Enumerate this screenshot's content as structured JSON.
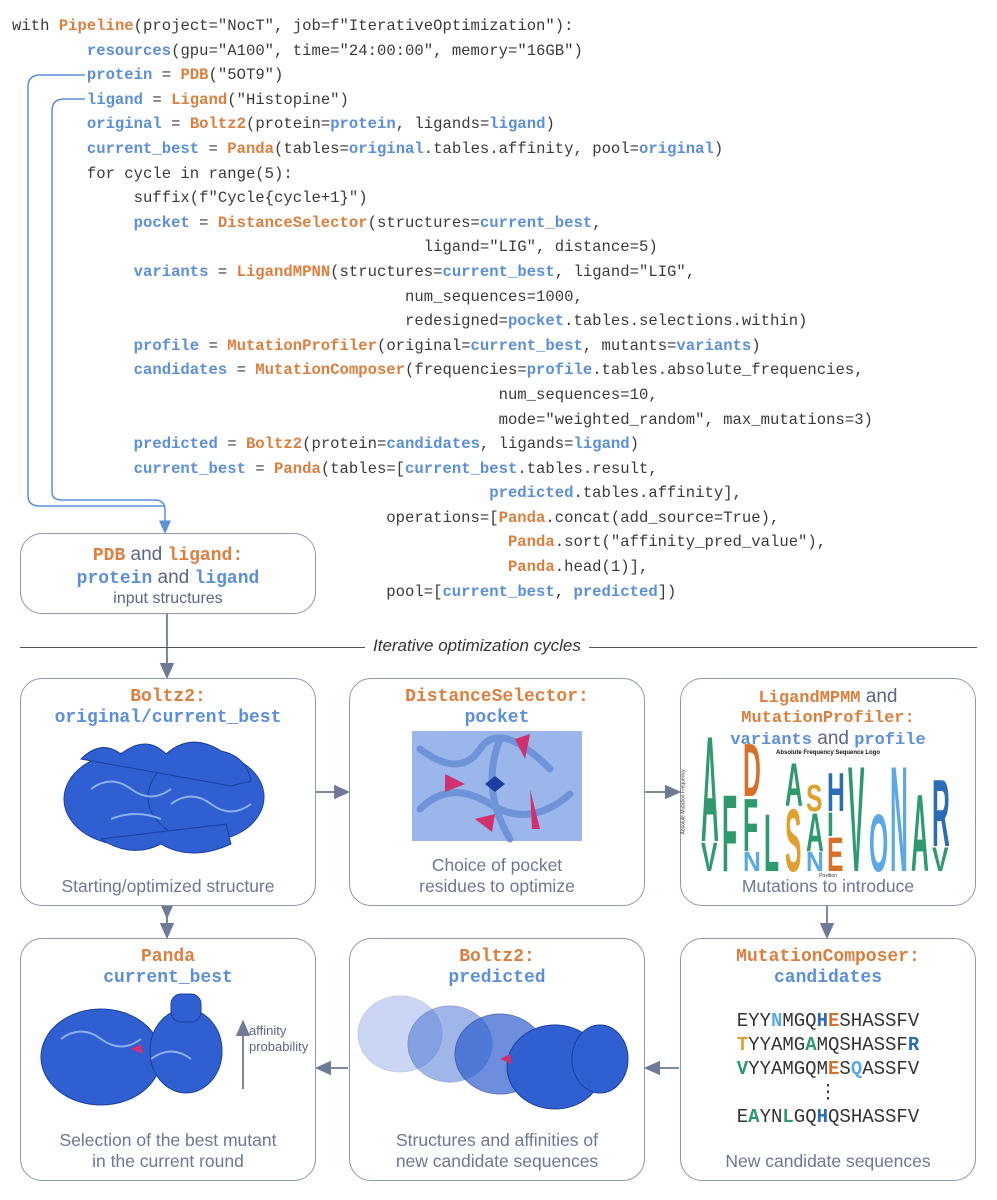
{
  "colors": {
    "orange": "#dc7f3e",
    "blue": "#5b8fdb",
    "text": "#3a3a3a",
    "box_border": "#8d97b0",
    "caption": "#6b7794",
    "protein": "#2f5fd0",
    "highlight": "#d0306e"
  },
  "code": [
    [
      [
        "with ",
        "t"
      ],
      [
        "Pipeline",
        "o"
      ],
      [
        "(project=\"NocT\", job=f\"IterativeOptimization\"):",
        "t"
      ]
    ],
    [
      [
        "        ",
        "t"
      ],
      [
        "resources",
        "b"
      ],
      [
        "(gpu=\"A100\", time=\"24:00:00\", memory=\"16GB\")",
        "t"
      ]
    ],
    [
      [
        "        ",
        "t"
      ],
      [
        "protein",
        "b"
      ],
      [
        " = ",
        "t"
      ],
      [
        "PDB",
        "o"
      ],
      [
        "(\"5OT9\")",
        "t"
      ]
    ],
    [
      [
        "        ",
        "t"
      ],
      [
        "ligand",
        "b"
      ],
      [
        " = ",
        "t"
      ],
      [
        "Ligand",
        "o"
      ],
      [
        "(\"Histopine\")",
        "t"
      ]
    ],
    [
      [
        "        ",
        "t"
      ],
      [
        "original",
        "b"
      ],
      [
        " = ",
        "t"
      ],
      [
        "Boltz2",
        "o"
      ],
      [
        "(protein=",
        "t"
      ],
      [
        "protein",
        "b"
      ],
      [
        ", ligands=",
        "t"
      ],
      [
        "ligand",
        "b"
      ],
      [
        ")",
        "t"
      ]
    ],
    [
      [
        "        ",
        "t"
      ],
      [
        "current_best",
        "b"
      ],
      [
        " = ",
        "t"
      ],
      [
        "Panda",
        "o"
      ],
      [
        "(tables=",
        "t"
      ],
      [
        "original",
        "b"
      ],
      [
        ".tables.affinity, pool=",
        "t"
      ],
      [
        "original",
        "b"
      ],
      [
        ")",
        "t"
      ]
    ],
    [
      [
        "        for cycle in range(5):",
        "t"
      ]
    ],
    [
      [
        "             suffix(f\"Cycle{cycle+1}\")",
        "t"
      ]
    ],
    [
      [
        "             ",
        "t"
      ],
      [
        "pocket",
        "b"
      ],
      [
        " = ",
        "t"
      ],
      [
        "DistanceSelector",
        "o"
      ],
      [
        "(structures=",
        "t"
      ],
      [
        "current_best",
        "b"
      ],
      [
        ",",
        "t"
      ]
    ],
    [
      [
        "                                            ligand=\"LIG\", distance=5)",
        "t"
      ]
    ],
    [
      [
        "             ",
        "t"
      ],
      [
        "variants",
        "b"
      ],
      [
        " = ",
        "t"
      ],
      [
        "LigandMPNN",
        "o"
      ],
      [
        "(structures=",
        "t"
      ],
      [
        "current_best",
        "b"
      ],
      [
        ", ligand=\"LIG\",",
        "t"
      ]
    ],
    [
      [
        "                                          num_sequences=1000,",
        "t"
      ]
    ],
    [
      [
        "                                          redesigned=",
        "t"
      ],
      [
        "pocket",
        "b"
      ],
      [
        ".tables.selections.within)",
        "t"
      ]
    ],
    [
      [
        "             ",
        "t"
      ],
      [
        "profile",
        "b"
      ],
      [
        " = ",
        "t"
      ],
      [
        "MutationProfiler",
        "o"
      ],
      [
        "(original=",
        "t"
      ],
      [
        "current_best",
        "b"
      ],
      [
        ", mutants=",
        "t"
      ],
      [
        "variants",
        "b"
      ],
      [
        ")",
        "t"
      ]
    ],
    [
      [
        "             ",
        "t"
      ],
      [
        "candidates",
        "b"
      ],
      [
        " = ",
        "t"
      ],
      [
        "MutationComposer",
        "o"
      ],
      [
        "(frequencies=",
        "t"
      ],
      [
        "profile",
        "b"
      ],
      [
        ".tables.absolute_frequencies,",
        "t"
      ]
    ],
    [
      [
        "                                                    num_sequences=10,",
        "t"
      ]
    ],
    [
      [
        "                                                    mode=\"weighted_random\", max_mutations=3)",
        "t"
      ]
    ],
    [
      [
        "             ",
        "t"
      ],
      [
        "predicted",
        "b"
      ],
      [
        " = ",
        "t"
      ],
      [
        "Boltz2",
        "o"
      ],
      [
        "(protein=",
        "t"
      ],
      [
        "candidates",
        "b"
      ],
      [
        ", ligands=",
        "t"
      ],
      [
        "ligand",
        "b"
      ],
      [
        ")",
        "t"
      ]
    ],
    [
      [
        "             ",
        "t"
      ],
      [
        "current_best",
        "b"
      ],
      [
        " = ",
        "t"
      ],
      [
        "Panda",
        "o"
      ],
      [
        "(tables=[",
        "t"
      ],
      [
        "current_best",
        "b"
      ],
      [
        ".tables.result,",
        "t"
      ]
    ],
    [
      [
        "                                                   ",
        "t"
      ],
      [
        "predicted",
        "b"
      ],
      [
        ".tables.affinity],",
        "t"
      ]
    ],
    [
      [
        "                                        operations=[",
        "t"
      ],
      [
        "Panda",
        "o"
      ],
      [
        ".concat(add_source=True),",
        "t"
      ]
    ],
    [
      [
        "                                                     ",
        "t"
      ],
      [
        "Panda",
        "o"
      ],
      [
        ".sort(\"affinity_pred_value\"),",
        "t"
      ]
    ],
    [
      [
        "                                                     ",
        "t"
      ],
      [
        "Panda",
        "o"
      ],
      [
        ".head(1)],",
        "t"
      ]
    ],
    [
      [
        "                                        pool=[",
        "t"
      ],
      [
        "current_best",
        "b"
      ],
      [
        ", ",
        "t"
      ],
      [
        "predicted",
        "b"
      ],
      [
        "])",
        "t"
      ]
    ]
  ],
  "input_box": {
    "t1": "PDB",
    "and1": " and ",
    "t2": "ligand:",
    "t3": "protein",
    "and2": " and ",
    "t4": "ligand",
    "caption": "input structures"
  },
  "divider_label": "Iterative optimization cycles",
  "boxes": {
    "boltz_orig": {
      "t1": "Boltz2:",
      "t2": "original/current_best",
      "caption": "Starting/optimized structure"
    },
    "distance": {
      "t1": "DistanceSelector:",
      "t2": "pocket",
      "caption1": "Choice of pocket",
      "caption2": "residues to optimize"
    },
    "mpnn": {
      "t1": "LigandMPMM",
      "and1": " and",
      "t2": "MutationProfiler:",
      "t3": "variants",
      "and2": " and ",
      "t4": "profile",
      "caption": "Mutations to introduce",
      "logo_title": "Absolute Frequency Sequence Logo",
      "logo_ylabel": "Absolute Mutation Frequency",
      "logo_xlabel": "Position"
    },
    "composer": {
      "t1": "MutationComposer:",
      "t2": "candidates",
      "caption": "New candidate sequences",
      "sequences": [
        [
          [
            "EYY",
            "n"
          ],
          [
            "N",
            "lb"
          ],
          [
            "MGQ",
            "n"
          ],
          [
            "H",
            "db"
          ],
          [
            "E",
            "o"
          ],
          [
            "SHASSFV",
            "n"
          ]
        ],
        [
          [
            "T",
            "y"
          ],
          [
            "YYAMG",
            "n"
          ],
          [
            "A",
            "g"
          ],
          [
            "MQSHASSF",
            "n"
          ],
          [
            "R",
            "db"
          ]
        ],
        [
          [
            "V",
            "g"
          ],
          [
            "YYAMGQM",
            "n"
          ],
          [
            "E",
            "o"
          ],
          [
            "S",
            "n"
          ],
          [
            "Q",
            "lb"
          ],
          [
            "ASSFV",
            "n"
          ]
        ],
        [
          [
            "⋮",
            "n"
          ]
        ],
        [
          [
            "E",
            "n"
          ],
          [
            "A",
            "g"
          ],
          [
            "YN",
            "n"
          ],
          [
            "L",
            "g"
          ],
          [
            "GQ",
            "n"
          ],
          [
            "H",
            "db"
          ],
          [
            "QSHASSFV",
            "n"
          ]
        ]
      ]
    },
    "boltz_pred": {
      "t1": "Boltz2:",
      "t2": "predicted",
      "caption1": "Structures and affinities of",
      "caption2": "new candidate sequences"
    },
    "panda": {
      "t1": "Panda",
      "t2": "current_best",
      "arrow_label1": "affinity",
      "arrow_label2": "probability",
      "caption1": "Selection of the best mutant",
      "caption2": "in the current round"
    }
  }
}
